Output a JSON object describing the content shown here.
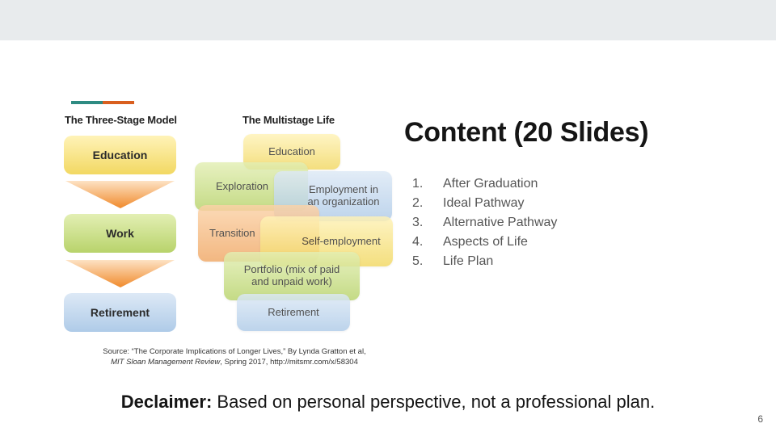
{
  "slide": {
    "title": "Content (20 Slides)",
    "contents": [
      {
        "num": "1.",
        "label": "After Graduation"
      },
      {
        "num": "2.",
        "label": "Ideal Pathway"
      },
      {
        "num": "3.",
        "label": "Alternative Pathway"
      },
      {
        "num": "4.",
        "label": "Aspects of Life"
      },
      {
        "num": "5.",
        "label": "Life Plan"
      }
    ],
    "disclaimer_label": "Declaimer:",
    "disclaimer_text": " Based on personal perspective, not a professional plan.",
    "page_number": "6"
  },
  "figure": {
    "three_stage": {
      "heading": "The Three-Stage Model",
      "stages": [
        "Education",
        "Work",
        "Retirement"
      ]
    },
    "multistage": {
      "heading": "The Multistage Life",
      "education": "Education",
      "exploration": "Exploration",
      "employment": "Employment in an organization",
      "transition": "Transition",
      "self_employment": "Self-employment",
      "portfolio": "Portfolio (mix of paid and unpaid work)",
      "retirement": "Retirement"
    },
    "source_line1": "Source: “The Corporate Implications of Longer Lives,” By Lynda Gratton et al,",
    "source_journal": "MIT Sloan Management Review",
    "source_line2_rest": ", Spring 2017, http://mitsmr.com/x/58304"
  },
  "colors": {
    "accent_teal": "#2e8b82",
    "accent_orange": "#d95f1f",
    "top_bar": "#e8ebed"
  }
}
